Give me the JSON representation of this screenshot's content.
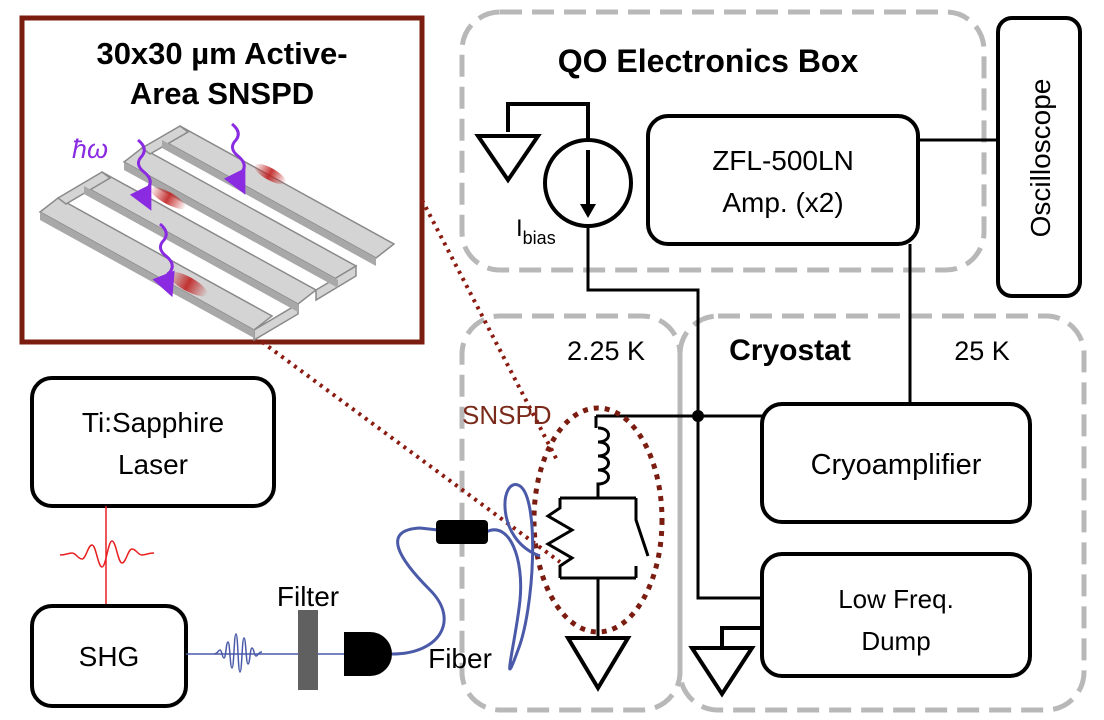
{
  "inset": {
    "title_line1": "30x30 µm Active-",
    "title_line2": "Area SNSPD",
    "photon_label": "ħω"
  },
  "electronics_box": {
    "title": "QO Electronics Box",
    "bias_label": "I",
    "bias_sub": "bias",
    "amp_line1": "ZFL-500LN",
    "amp_line2": "Amp. (x2)"
  },
  "oscilloscope": {
    "label": "Oscilloscope"
  },
  "cryostat": {
    "title": "Cryostat",
    "stage_cold": "2.25 K",
    "stage_warm": "25 K",
    "snspd_label": "SNSPD",
    "cryoamp_label": "Cryoamplifier",
    "dump_line1": "Low Freq.",
    "dump_line2": "Dump"
  },
  "optics": {
    "laser_line1": "Ti:Sapphire",
    "laser_line2": "Laser",
    "shg_label": "SHG",
    "filter_label": "Filter",
    "fiber_label": "Fiber"
  },
  "colors": {
    "inset_border": "#7a1c10",
    "snspd_label": "#7a2a1a",
    "photon_arrow": "#8a2be2",
    "fiber": "#4a5aa8",
    "pulse_red": "#e82020",
    "dashed_box": "#b8b8b8"
  }
}
